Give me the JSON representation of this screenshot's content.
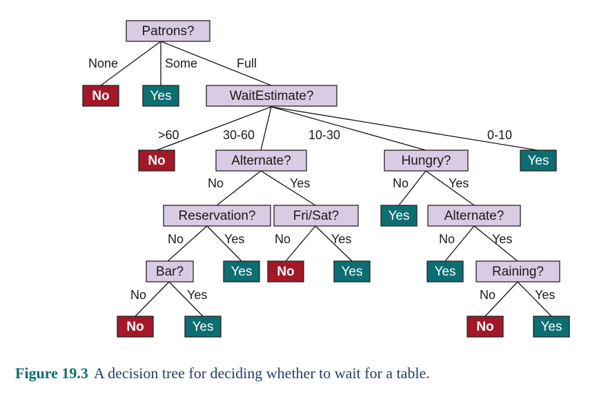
{
  "colors": {
    "attribute_fill": "#d9cbe3",
    "no_fill": "#a31828",
    "yes_fill": "#0d6e72",
    "caption_label": "#0d6e72",
    "caption_text": "#1f3f6e"
  },
  "nodes": {
    "patrons": "Patrons?",
    "patrons_none": "No",
    "patrons_some": "Yes",
    "wait": "WaitEstimate?",
    "wait_gt60": "No",
    "alternate1": "Alternate?",
    "hungry": "Hungry?",
    "wait_0_10": "Yes",
    "reservation": "Reservation?",
    "frisat": "Fri/Sat?",
    "hungry_no": "Yes",
    "alternate2": "Alternate?",
    "bar": "Bar?",
    "reservation_yes": "Yes",
    "frisat_no": "No",
    "frisat_yes": "Yes",
    "alternate2_no": "Yes",
    "raining": "Raining?",
    "bar_no": "No",
    "bar_yes": "Yes",
    "raining_no": "No",
    "raining_yes": "Yes"
  },
  "edge_labels": {
    "none": "None",
    "some": "Some",
    "full": "Full",
    "gt60": ">60",
    "r30_60": "30-60",
    "r10_30": "10-30",
    "r0_10": "0-10",
    "alt1_no": "No",
    "alt1_yes": "Yes",
    "hun_no": "No",
    "hun_yes": "Yes",
    "res_no": "No",
    "res_yes": "Yes",
    "fri_no": "No",
    "fri_yes": "Yes",
    "alt2_no": "No",
    "alt2_yes": "Yes",
    "bar_no": "No",
    "bar_yes": "Yes",
    "rain_no": "No",
    "rain_yes": "Yes"
  },
  "caption": {
    "label": "Figure 19.3",
    "text": "A decision tree for deciding whether to wait for a table."
  }
}
